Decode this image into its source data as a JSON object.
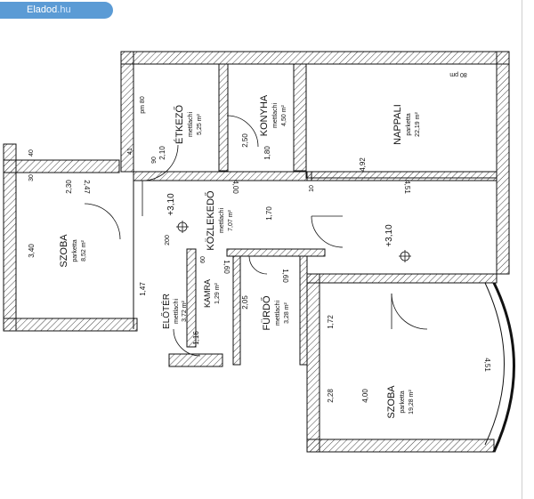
{
  "watermark": {
    "brand": "Eladod",
    "tld": ".hu"
  },
  "rooms": [
    {
      "id": "etkezo",
      "name": "ÉTKEZŐ",
      "floor": "mettlachi",
      "area": "5,25 m²"
    },
    {
      "id": "konyha",
      "name": "KONYHA",
      "floor": "mettlachi",
      "area": "4,50 m²"
    },
    {
      "id": "nappali",
      "name": "NAPPALI",
      "floor": "parketta",
      "area": "22,19 m²"
    },
    {
      "id": "szoba1",
      "name": "SZOBA",
      "floor": "parketta",
      "area": "8,52 m²"
    },
    {
      "id": "kozlekedo",
      "name": "KÖZLEKEDŐ",
      "floor": "mettlachi",
      "area": "7,07 m²"
    },
    {
      "id": "eloter",
      "name": "ELŐTÉR",
      "floor": "mettlachi",
      "area": "3,72 m²"
    },
    {
      "id": "kamra",
      "name": "KAMRA",
      "floor": "",
      "area": "1,29 m²"
    },
    {
      "id": "furdo",
      "name": "FÜRDŐ",
      "floor": "mettlachi",
      "area": "3,28 m²"
    },
    {
      "id": "szoba2",
      "name": "SZOBA",
      "floor": "parketta",
      "area": "19,28 m²"
    }
  ],
  "dimensions": {
    "etkezo_w": "2,10",
    "etkezo_d": "2,50",
    "konyha_w": "1,80",
    "nappali_a": "4,92",
    "nappali_b": "4,51",
    "kozl_a": "4,00",
    "kozl_b": "1,70",
    "szoba1_a": "3,40",
    "szoba1_b": "2,47",
    "szoba1_c": "2,30",
    "szoba2_a": "4,00",
    "szoba2_b": "4,51",
    "szoba2_c": "2,28",
    "szoba2_d": "1,72",
    "furdo_w": "1,60",
    "furdo_d": "2,05",
    "eloter_a": "1,47",
    "eloter_b": "1,16",
    "kamra_a": "1,60"
  },
  "levels": {
    "a": "+3,10",
    "b": "+3,10"
  },
  "door_labels": [
    "90",
    "200",
    "60",
    "10",
    "30",
    "40",
    "41",
    "pm 80",
    "80 pm"
  ]
}
